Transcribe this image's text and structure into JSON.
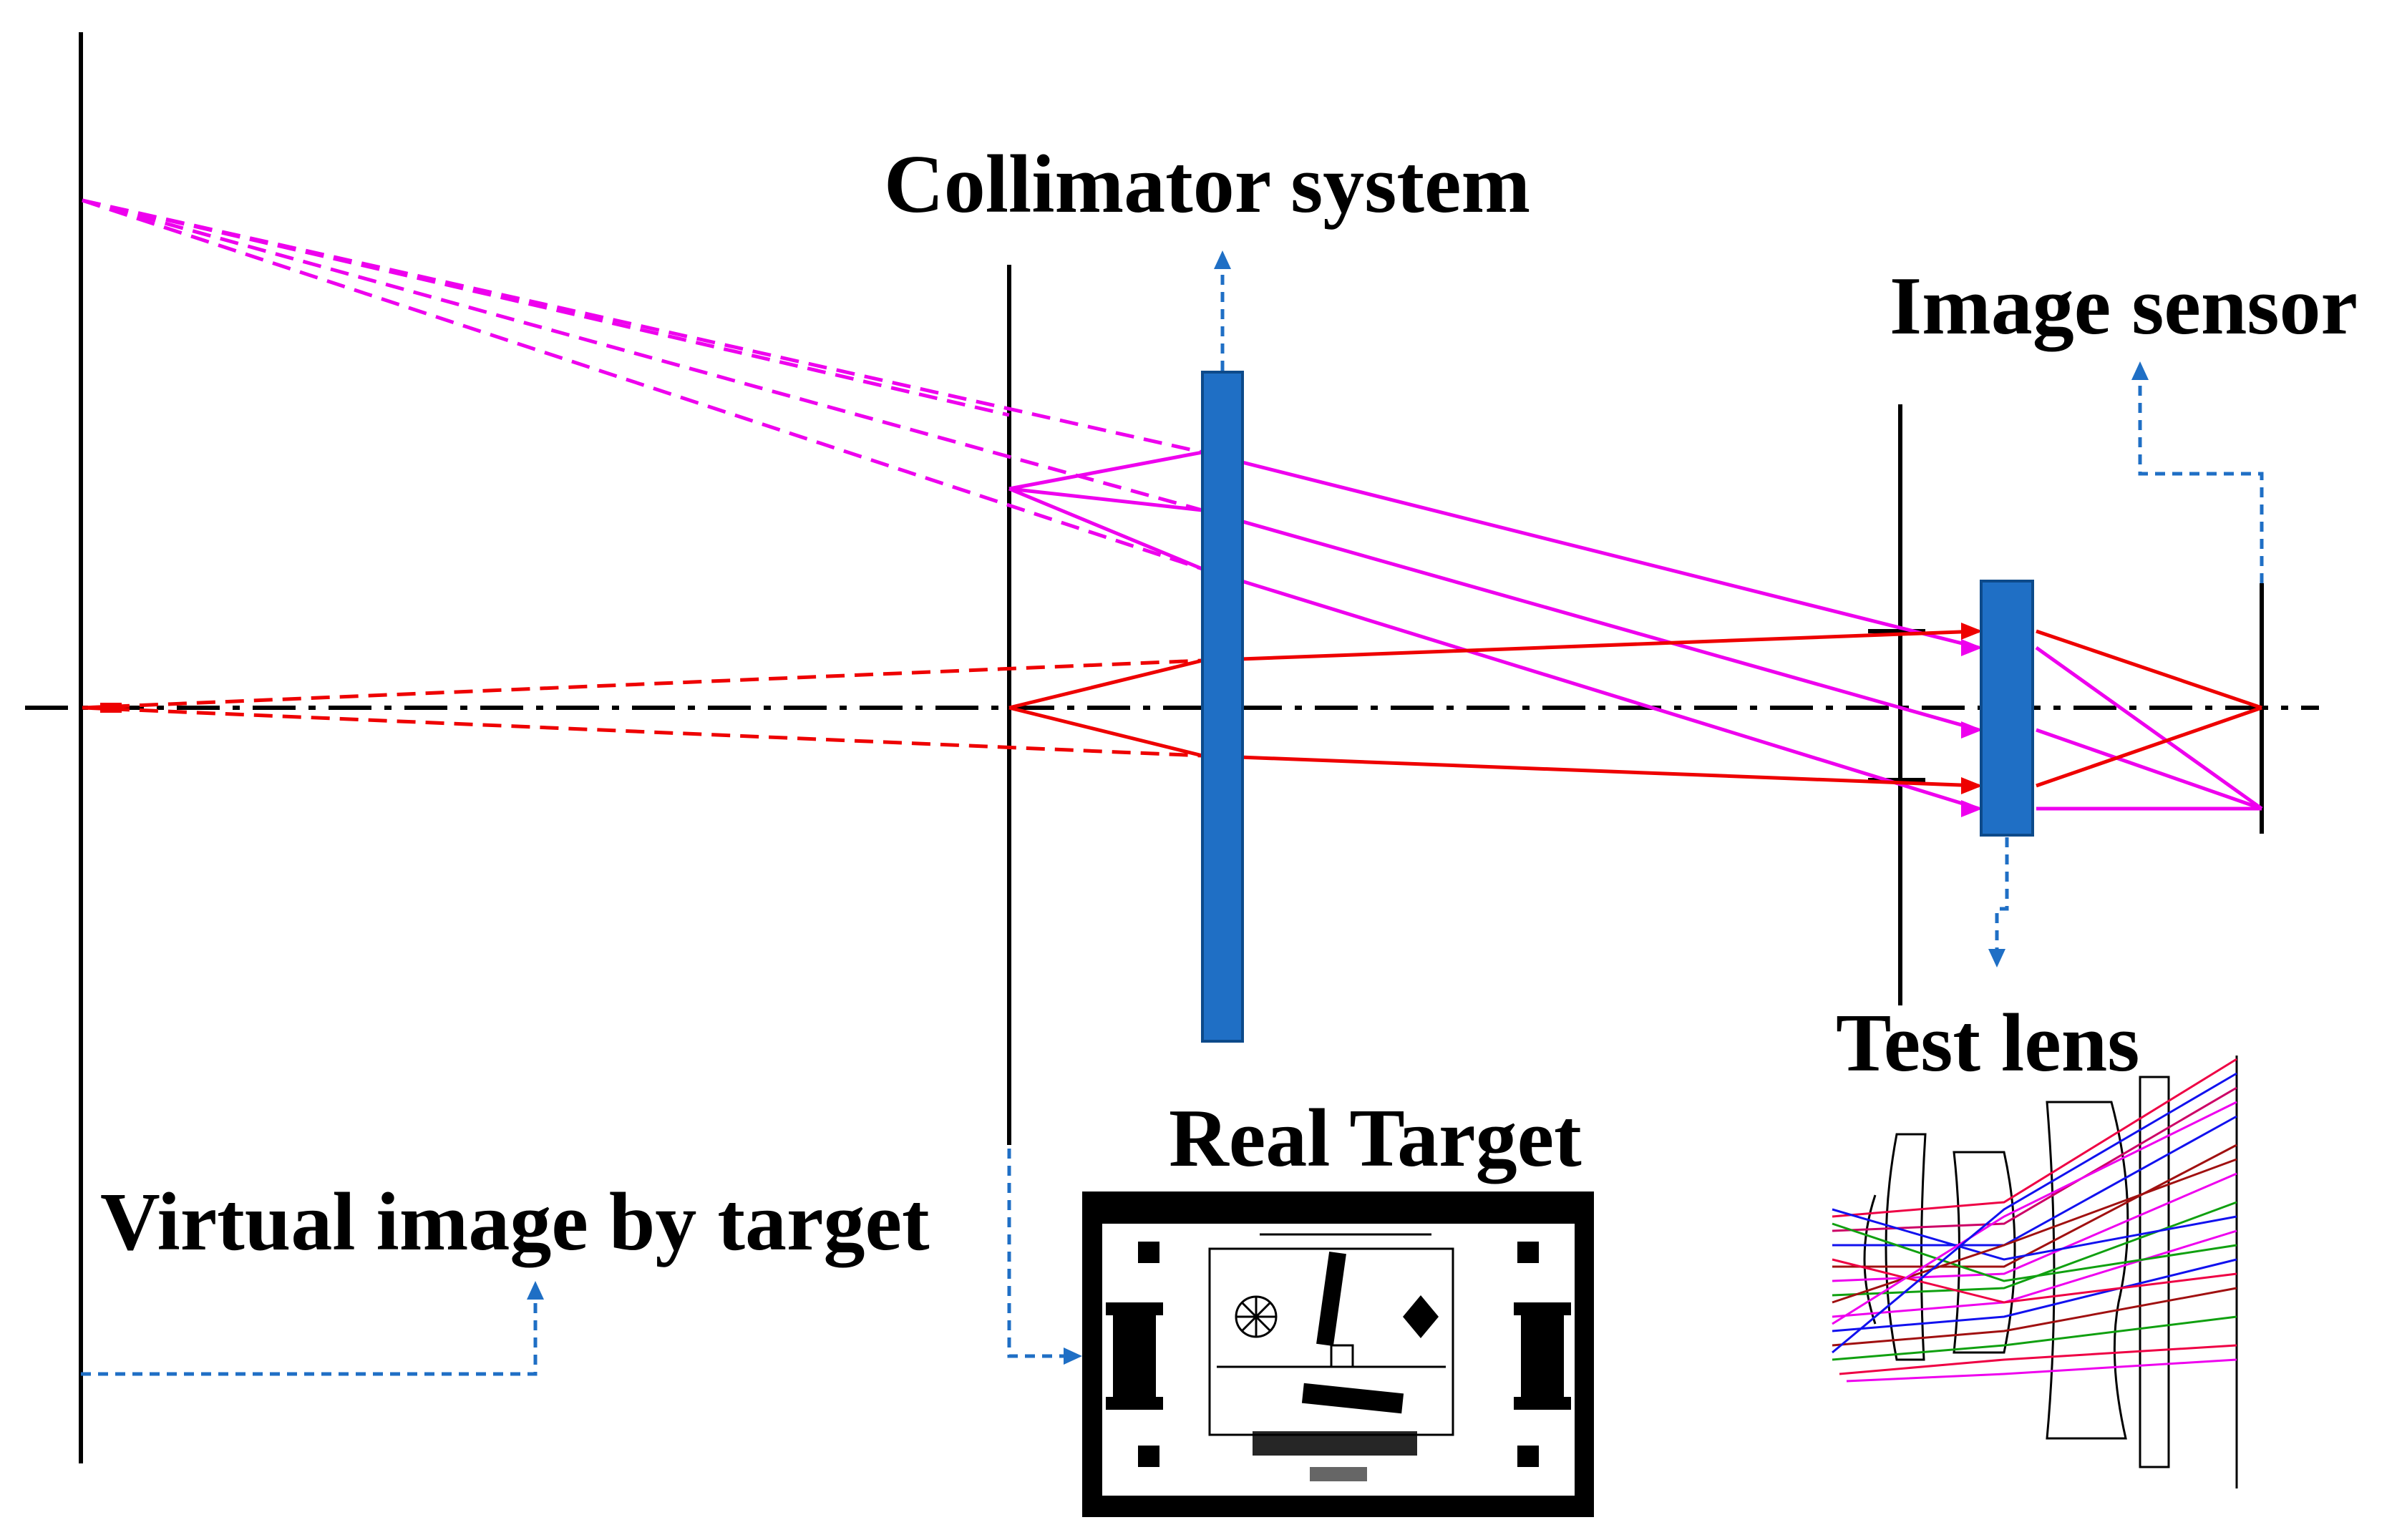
{
  "labels": {
    "collimator_system": "Collimator system",
    "image_sensor": "Image sensor",
    "test_lens": "Test lens",
    "real_target": "Real Target",
    "virtual_image": "Virtual image by target"
  },
  "colors": {
    "lens": "#1f6fc5",
    "lens_edge": "#0d4a8a",
    "chief_ray": "#ee00ee",
    "marginal_ray": "#ee0000",
    "pointer": "#1f6fc5",
    "axis": "#000000"
  },
  "icons": {
    "real_target": "resolution-test-chart-icon",
    "test_lens_layout": "lens-ray-trace-icon"
  }
}
